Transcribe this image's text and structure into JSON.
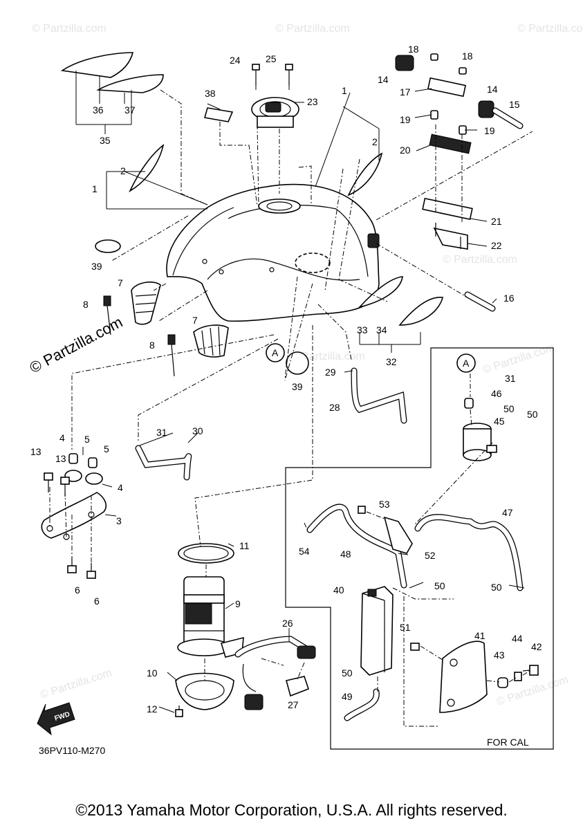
{
  "watermarks": [
    "© Partzilla.com",
    "© Partzilla.com",
    "© Partzilla.com",
    "© Partzilla.com",
    "© Partzilla.com",
    "© Partzilla.com",
    "© Partzilla.com",
    "© Partzilla.com"
  ],
  "watermark_main": "© Partzilla.com",
  "diagram_code": "36PV110-M270",
  "fwd_label": "FWD",
  "for_cal_label": "FOR CAL",
  "circle_a_label": "A",
  "copyright": "©2013 Yamaha Motor Corporation, U.S.A. All rights reserved.",
  "callouts": {
    "c1a": "1",
    "c1b": "1",
    "c2a": "2",
    "c2b": "2",
    "c3": "3",
    "c4a": "4",
    "c4b": "4",
    "c5a": "5",
    "c5b": "5",
    "c6a": "6",
    "c6b": "6",
    "c7a": "7",
    "c7b": "7",
    "c8a": "8",
    "c8b": "8",
    "c9": "9",
    "c10": "10",
    "c11": "11",
    "c12": "12",
    "c13a": "13",
    "c13b": "13",
    "c14a": "14",
    "c14b": "14",
    "c15": "15",
    "c16": "16",
    "c17": "17",
    "c18a": "18",
    "c18b": "18",
    "c19a": "19",
    "c19b": "19",
    "c20": "20",
    "c21": "21",
    "c22": "22",
    "c23": "23",
    "c24": "24",
    "c25": "25",
    "c26": "26",
    "c27": "27",
    "c28": "28",
    "c29": "29",
    "c30": "30",
    "c31a": "31",
    "c31b": "31",
    "c32": "32",
    "c33": "33",
    "c34": "34",
    "c35": "35",
    "c36": "36",
    "c37": "37",
    "c38": "38",
    "c39a": "39",
    "c39b": "39",
    "c40": "40",
    "c41": "41",
    "c42": "42",
    "c43": "43",
    "c44": "44",
    "c45": "45",
    "c46": "46",
    "c47": "47",
    "c48": "48",
    "c49": "49",
    "c50a": "50",
    "c50b": "50",
    "c50c": "50",
    "c50d": "50",
    "c50e": "50",
    "c51": "51",
    "c52": "52",
    "c53": "53",
    "c54": "54"
  }
}
